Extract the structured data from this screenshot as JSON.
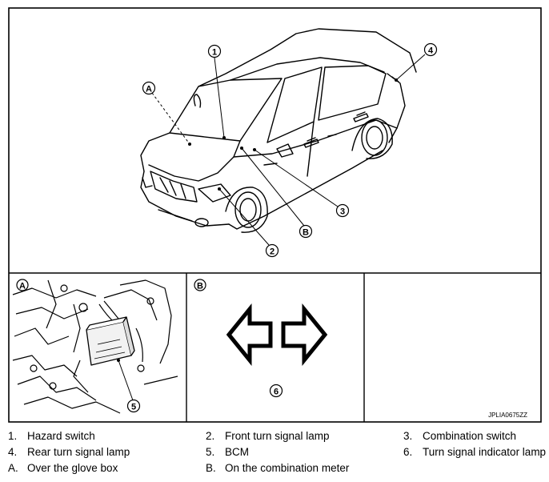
{
  "figure": {
    "code": "JPLIA0675ZZ",
    "callouts": {
      "c1": "1",
      "c2": "2",
      "c3": "3",
      "c4": "4",
      "c5": "5",
      "c6": "6",
      "cA": "A",
      "cB": "B"
    }
  },
  "legend": [
    {
      "num": "1.",
      "text": "Hazard switch"
    },
    {
      "num": "2.",
      "text": "Front turn signal lamp"
    },
    {
      "num": "3.",
      "text": "Combination switch"
    },
    {
      "num": "4.",
      "text": "Rear turn signal lamp"
    },
    {
      "num": "5.",
      "text": "BCM"
    },
    {
      "num": "6.",
      "text": "Turn signal indicator lamp"
    },
    {
      "num": "A.",
      "text": "Over the glove box"
    },
    {
      "num": "B.",
      "text": "On the combination meter"
    }
  ]
}
